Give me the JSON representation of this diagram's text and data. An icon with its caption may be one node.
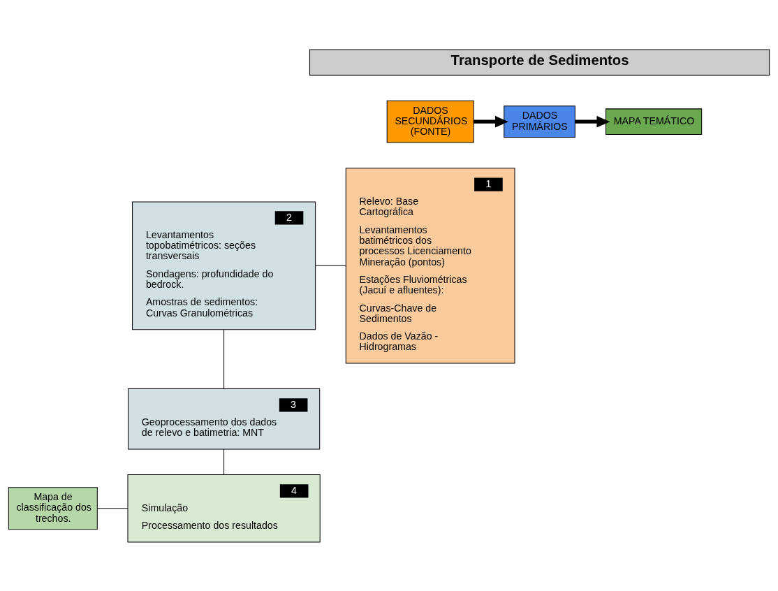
{
  "diagram": {
    "nodes": [
      {
        "text": [
          "Transporte de Sedimentos"
        ]
      },
      {
        "text": [
          "DADOS SECUNDÁRIOS (FONTE)"
        ]
      },
      {
        "text": [
          "DADOS PRIMÁRIOS"
        ]
      },
      {
        "text": [
          "MAPA TEMÁTICO"
        ]
      },
      {
        "text": [
          "1",
          "Relevo: Base Cartográfica",
          "Levantamentos batimétricos dos processos Licenciamento Mineração (pontos)",
          "Estações Fluviométricas (Jacuí e afluentes):",
          "Curvas-Chave de Sedimentos",
          "Dados de Vazão - Hidrogramas"
        ]
      },
      {
        "text": [
          "2",
          "Levantamentos topobatimétricos: seções transversais",
          "Sondagens: profundidade do bedrock.",
          "Amostras de sedimentos: Curvas Granulométricas"
        ]
      },
      {
        "text": [
          "3",
          "Geoprocessamento dos dados de relevo e batimetria: MNT"
        ]
      },
      {
        "text": [
          "4",
          "Simulação",
          "Processamento dos resultados"
        ]
      },
      {
        "text": [
          "Mapa de classificação dos trechos."
        ]
      }
    ],
    "edges": [
      {
        "from": 1,
        "to": 2,
        "arrow": "to",
        "style": "thick"
      },
      {
        "from": 2,
        "to": 3,
        "arrow": "to",
        "style": "thick"
      },
      {
        "from": 4,
        "to": 5,
        "arrow": "none"
      },
      {
        "from": 5,
        "to": 6,
        "arrow": "none"
      },
      {
        "from": 6,
        "to": 7,
        "arrow": "none"
      },
      {
        "from": 7,
        "to": 8,
        "arrow": "none"
      }
    ]
  }
}
